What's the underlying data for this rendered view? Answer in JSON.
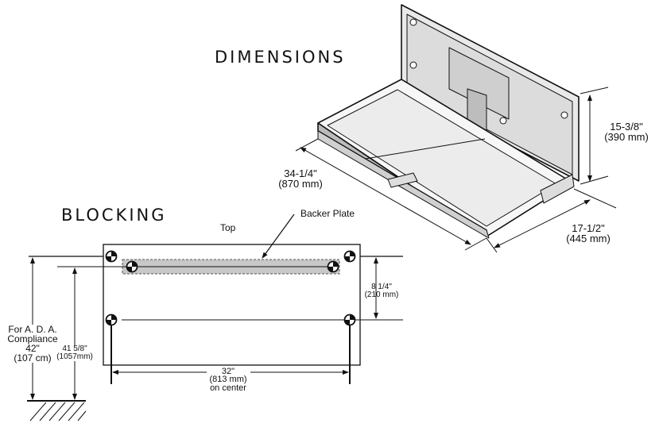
{
  "headings": {
    "dimensions": "DIMENSIONS",
    "blocking": "BLOCKING"
  },
  "product_dimensions": {
    "width": {
      "in": "34-1/4\"",
      "mm": "(870 mm)"
    },
    "height": {
      "in": "15-3/8\"",
      "mm": "(390 mm)"
    },
    "depth": {
      "in": "17-1/2\"",
      "mm": "(445 mm)"
    }
  },
  "blocking": {
    "top_label": "Top",
    "backer_plate_label": "Backer Plate",
    "vertical_spacing": {
      "in": "8 1/4\"",
      "mm": "(210 mm)"
    },
    "horizontal_spacing": {
      "in": "32\"",
      "mm": "(813 mm)",
      "note": "on center"
    },
    "ada": {
      "line1": "For A. D. A.",
      "line2": "Compliance",
      "in": "42\"",
      "cm": "(107 cm)"
    },
    "plate_height": {
      "in": "41 5/8\"",
      "mm": "(1057mm)"
    }
  },
  "colors": {
    "line": "#111111",
    "backer_fill": "#c8c8c8",
    "tray": "#f2f2f2"
  }
}
